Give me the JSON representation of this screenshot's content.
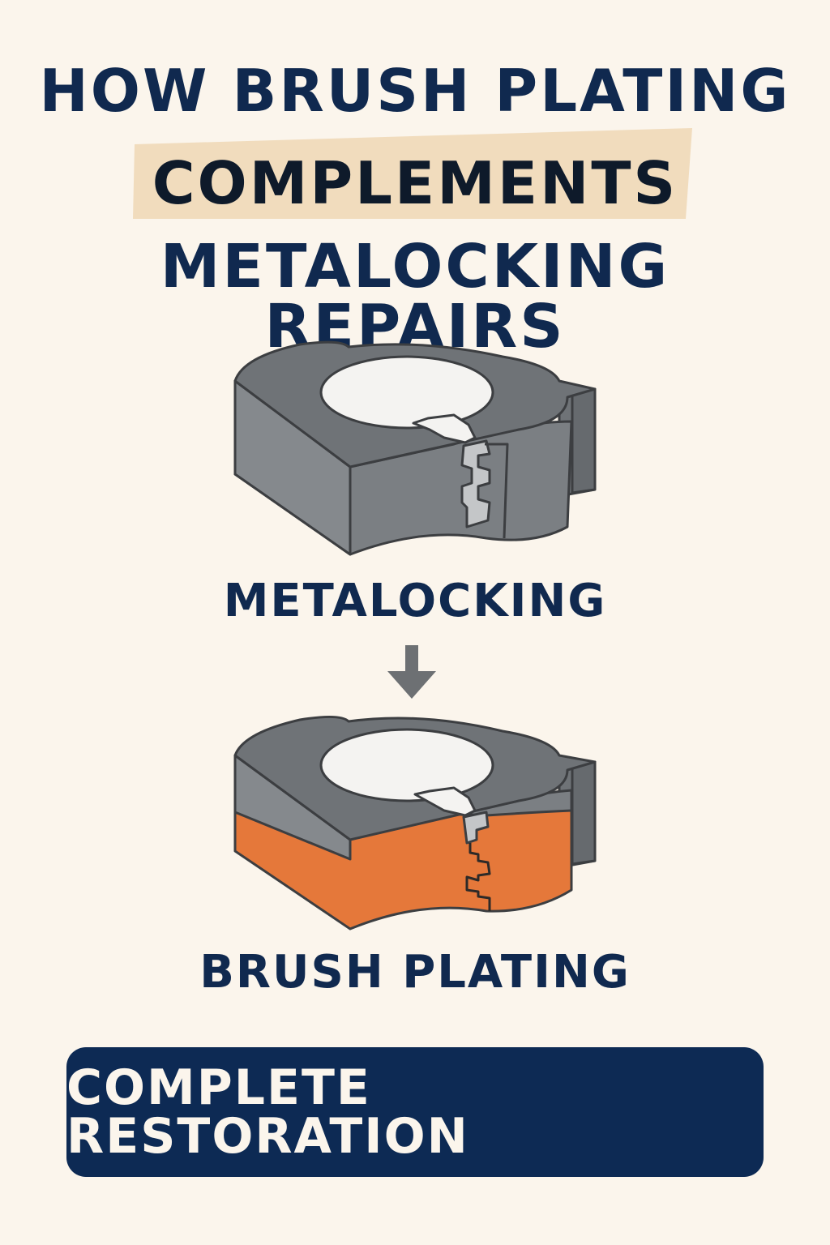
{
  "title": {
    "line1": "HOW BRUSH PLATING",
    "line2": "COMPLEMENTS",
    "line3": "METALOCKING REPAIRS"
  },
  "steps": [
    {
      "label": "METALOCKING",
      "icon": "metalocked-part-icon"
    },
    {
      "label": "BRUSH PLATING",
      "icon": "brush-plated-part-icon"
    }
  ],
  "result": {
    "label": "COMPLETE RESTORATION"
  },
  "colors": {
    "background": "#fbf5ec",
    "navy": "#10294f",
    "highlight": "#f1dcbd",
    "metal": "#7c8084",
    "metal_top": "#6f7377",
    "key": "#c4c6c8",
    "plating": "#e5783a",
    "arrow": "#6d7073"
  }
}
